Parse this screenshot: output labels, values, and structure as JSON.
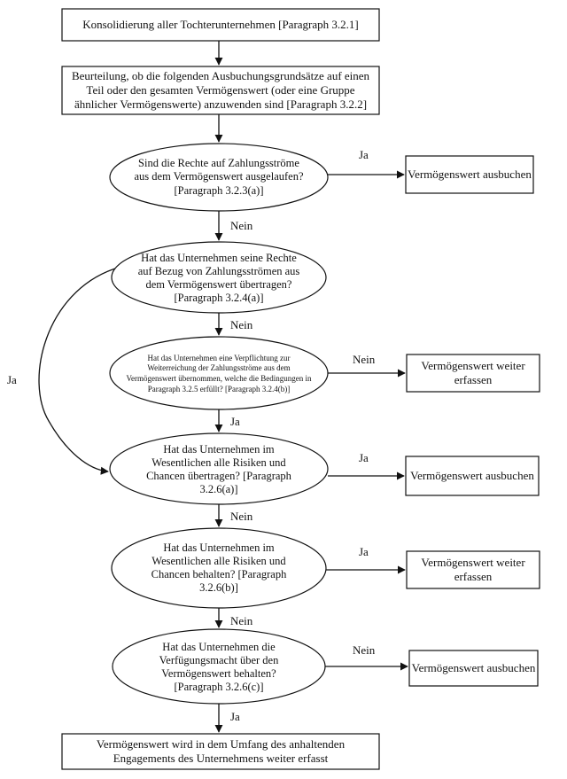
{
  "nodes": {
    "start": "Konsolidierung aller Tochterunternehmen [Paragraph 3.2.1]",
    "assess": "Beurteilung, ob die folgenden Ausbuchungsgrundsätze auf einen Teil oder den gesamten Vermögenswert (oder eine Gruppe ähnlicher Vermögenswerte) anzuwenden sind [Paragraph 3.2.2]",
    "q1": "Sind die Rechte auf Zahlungsströme aus dem Vermögenswert ausgelaufen? [Paragraph 3.2.3(a)]",
    "q2": "Hat das Unternehmen seine Rechte auf Bezug von Zahlungsströmen aus dem Vermögenswert übertragen? [Paragraph 3.2.4(a)]",
    "q3": "Hat das Unternehmen eine Verpflichtung zur Weiterreichung der Zahlungsströme aus dem Vermögenswert übernommen, welche die Bedingungen in Paragraph 3.2.5 erfüllt? [Paragraph 3.2.4(b)]",
    "q4": "Hat das Unternehmen im Wesentlichen alle Risiken und Chancen übertragen? [Paragraph 3.2.6(a)]",
    "q5": "Hat das Unternehmen im Wesentlichen alle Risiken und Chancen behalten? [Paragraph 3.2.6(b)]",
    "q6": "Hat das Unternehmen die Verfügungsmacht über den Vermögenswert behalten? [Paragraph 3.2.6(c)]",
    "end": "Vermögenswert wird in dem Umfang des anhaltenden Engagements des Unternehmens weiter erfasst",
    "r1": "Vermögenswert ausbuchen",
    "r2": "Vermögenswert weiter erfassen",
    "r3": "Vermögenswert ausbuchen",
    "r4": "Vermögenswert weiter erfassen",
    "r5": "Vermögenswert ausbuchen"
  },
  "edges": {
    "q1_yes": "Ja",
    "q1_no": "Nein",
    "q2_no": "Nein",
    "q2_yes": "Ja",
    "q3_no": "Nein",
    "q3_yes": "Ja",
    "q4_yes": "Ja",
    "q4_no": "Nein",
    "q5_yes": "Ja",
    "q5_no": "Nein",
    "q6_no": "Nein",
    "q6_yes": "Ja"
  }
}
